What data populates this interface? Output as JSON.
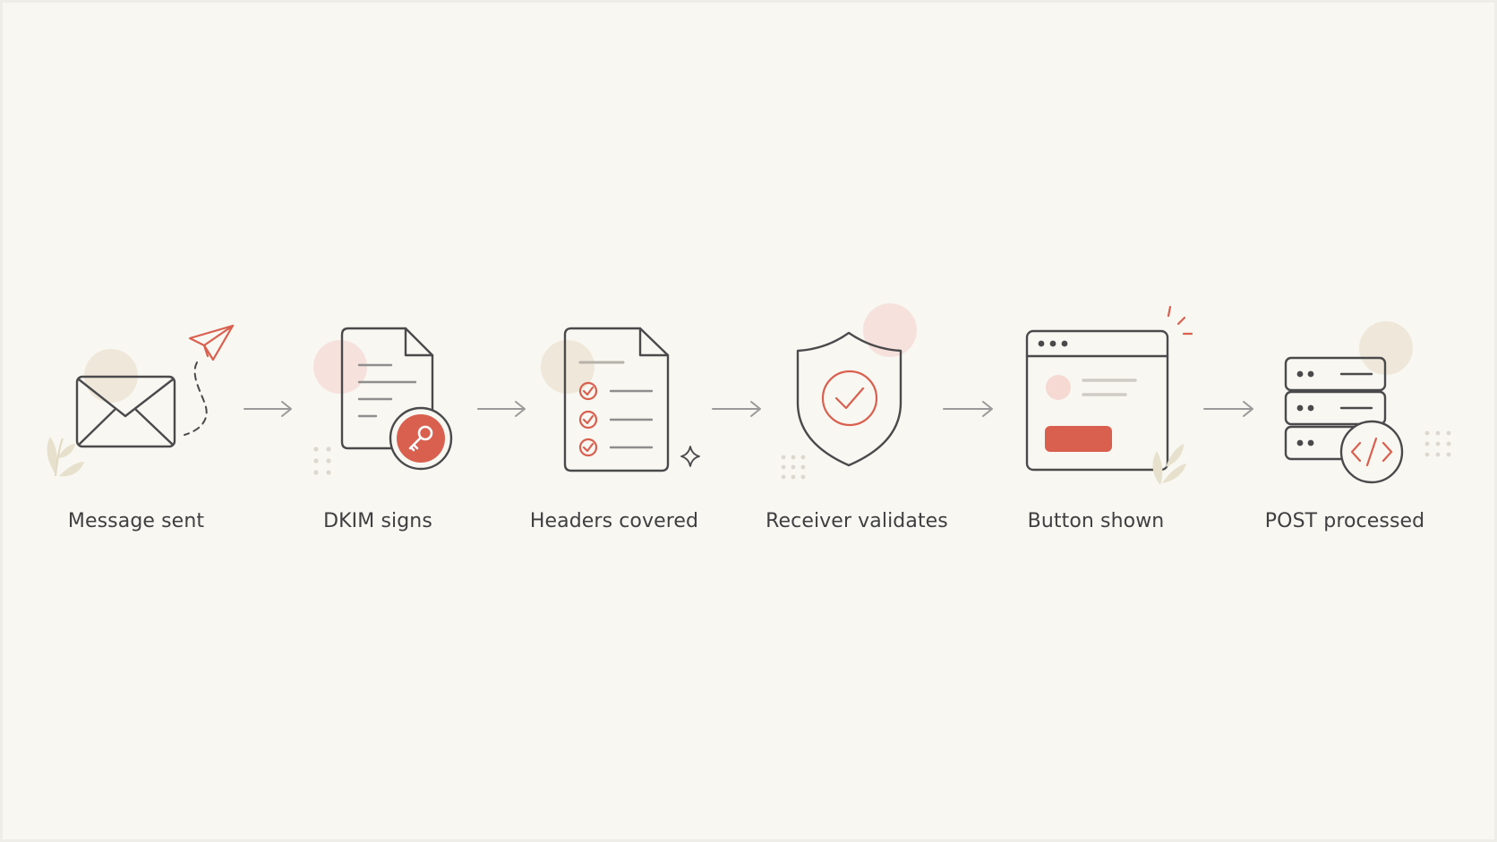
{
  "steps": [
    {
      "label": "Message sent",
      "icon": "envelope-paper-plane-icon"
    },
    {
      "label": "DKIM signs",
      "icon": "document-key-icon"
    },
    {
      "label": "Headers covered",
      "icon": "checklist-document-icon"
    },
    {
      "label": "Receiver validates",
      "icon": "shield-check-icon"
    },
    {
      "label": "Button shown",
      "icon": "browser-window-button-icon"
    },
    {
      "label": "POST processed",
      "icon": "server-code-icon"
    }
  ],
  "colors": {
    "background": "#f9f7f2",
    "outline": "#4a4a4c",
    "accent": "#d9604f",
    "arrow": "#9a9a9a",
    "blob_pink": "#f6e1dc",
    "blob_beige": "#efe7d9"
  }
}
